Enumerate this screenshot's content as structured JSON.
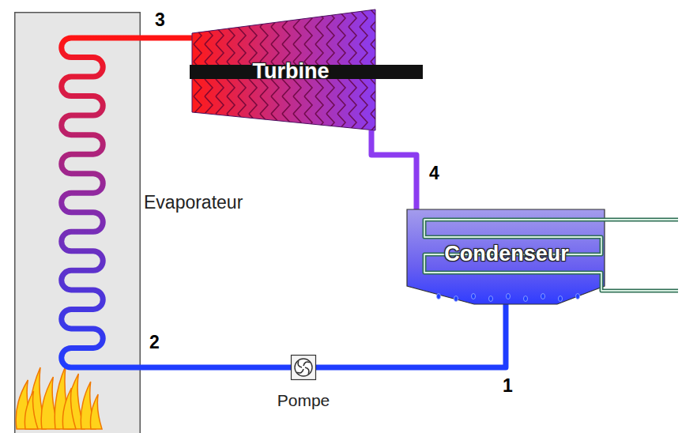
{
  "diagram": {
    "nodes": [
      {
        "text": [
          "Evaporateur"
        ]
      },
      {
        "text": [
          "Turbine"
        ]
      },
      {
        "text": [
          "Condenseur"
        ]
      },
      {
        "text": [
          "Pompe"
        ]
      }
    ],
    "edges": [
      {
        "from": 0,
        "to": 1,
        "arrow": "none"
      },
      {
        "from": 1,
        "to": 2,
        "arrow": "none"
      },
      {
        "from": 2,
        "to": 3,
        "arrow": "none"
      },
      {
        "from": 3,
        "to": 0,
        "arrow": "none"
      }
    ],
    "labels": [
      "3",
      "4",
      "2",
      "1"
    ]
  }
}
